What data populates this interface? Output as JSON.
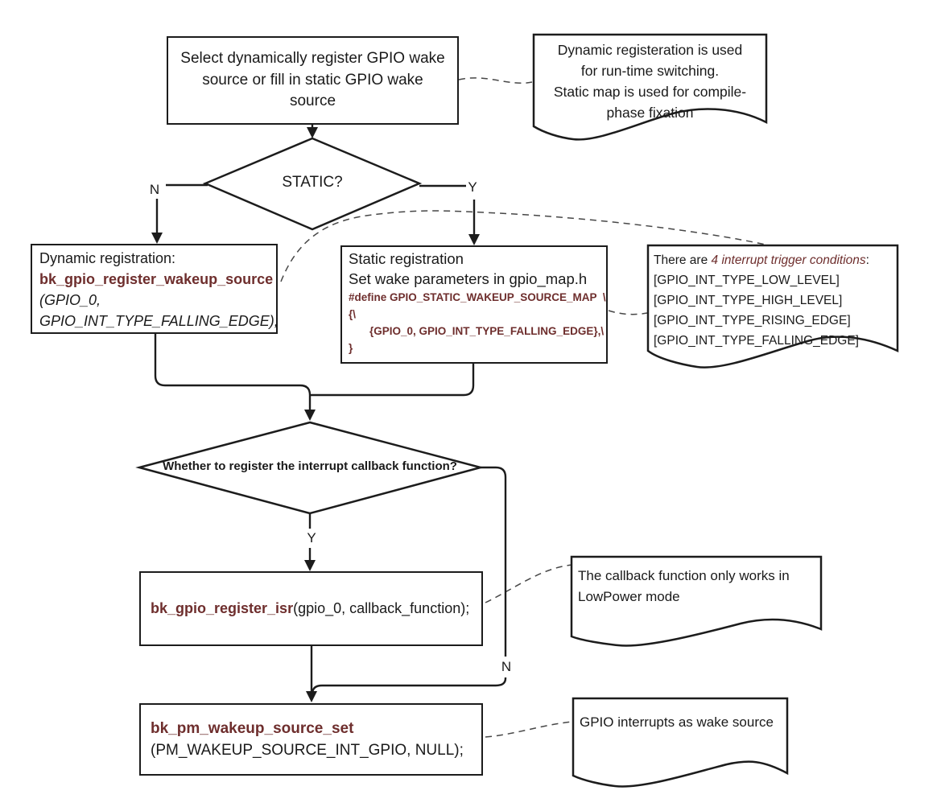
{
  "colors": {
    "maroon_accent": "#6e2e2d",
    "line": "#1c1c1c"
  },
  "flow": {
    "start": {
      "text": "Select dynamically register GPIO wake source or fill in static GPIO wake source"
    },
    "static_decision": {
      "label": "STATIC?",
      "no": "N",
      "yes": "Y"
    },
    "dynamic_box": {
      "title": "Dynamic registration:",
      "func": "bk_gpio_register_wakeup_source",
      "arg_line1": "(GPIO_0,",
      "arg_line2": "GPIO_INT_TYPE_FALLING_EDGE);"
    },
    "static_box": {
      "title": "Static registration",
      "subtitle": "Set wake parameters in gpio_map.h",
      "code": [
        "#define GPIO_STATIC_WAKEUP_SOURCE_MAP  \\",
        "{\\",
        "{GPIO_0, GPIO_INT_TYPE_FALLING_EDGE},\\",
        "}"
      ]
    },
    "callback_decision": {
      "label": "Whether to register the interrupt callback function?",
      "yes": "Y",
      "no": "N"
    },
    "isr_box": {
      "func": "bk_gpio_register_isr",
      "args": "(gpio_0, callback_function);"
    },
    "pm_box": {
      "func": "bk_pm_wakeup_source_set",
      "args": "(PM_WAKEUP_SOURCE_INT_GPIO, NULL);"
    }
  },
  "callouts": {
    "registration": {
      "lines": [
        "Dynamic registeration is used",
        "for run-time switching.",
        "Static map is used for compile-",
        "phase fixation"
      ]
    },
    "triggers": {
      "prefix": "There are ",
      "highlight": "4 interrupt trigger conditions",
      "suffix": ":",
      "items": [
        "[GPIO_INT_TYPE_LOW_LEVEL]",
        "[GPIO_INT_TYPE_HIGH_LEVEL]",
        "[GPIO_INT_TYPE_RISING_EDGE]",
        "[GPIO_INT_TYPE_FALLING_EDGE]"
      ]
    },
    "callback": {
      "text": "The callback function only works in LowPower mode"
    },
    "wake": {
      "text": "GPIO interrupts as wake source"
    }
  }
}
